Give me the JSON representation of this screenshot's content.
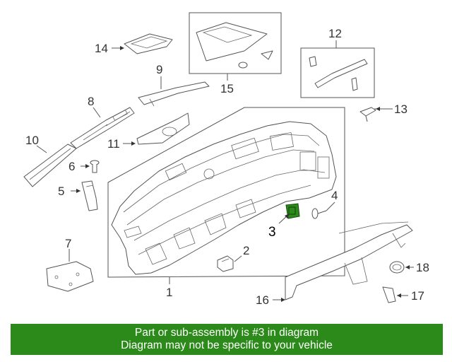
{
  "callouts": {
    "c1": "1",
    "c2": "2",
    "c3": "3",
    "c4": "4",
    "c5": "5",
    "c6": "6",
    "c7": "7",
    "c8": "8",
    "c9": "9",
    "c10": "10",
    "c11": "11",
    "c12": "12",
    "c13": "13",
    "c14": "14",
    "c15": "15",
    "c16": "16",
    "c17": "17",
    "c18": "18"
  },
  "highlighted_callout": "3",
  "colors": {
    "banner_bg": "#2c8a1a",
    "banner_text": "#ffffff",
    "highlight_part": "#2c8a1a"
  },
  "banner": {
    "line1": "Part or sub-assembly is #3 in diagram",
    "line2": "Diagram may not be specific to your vehicle"
  }
}
